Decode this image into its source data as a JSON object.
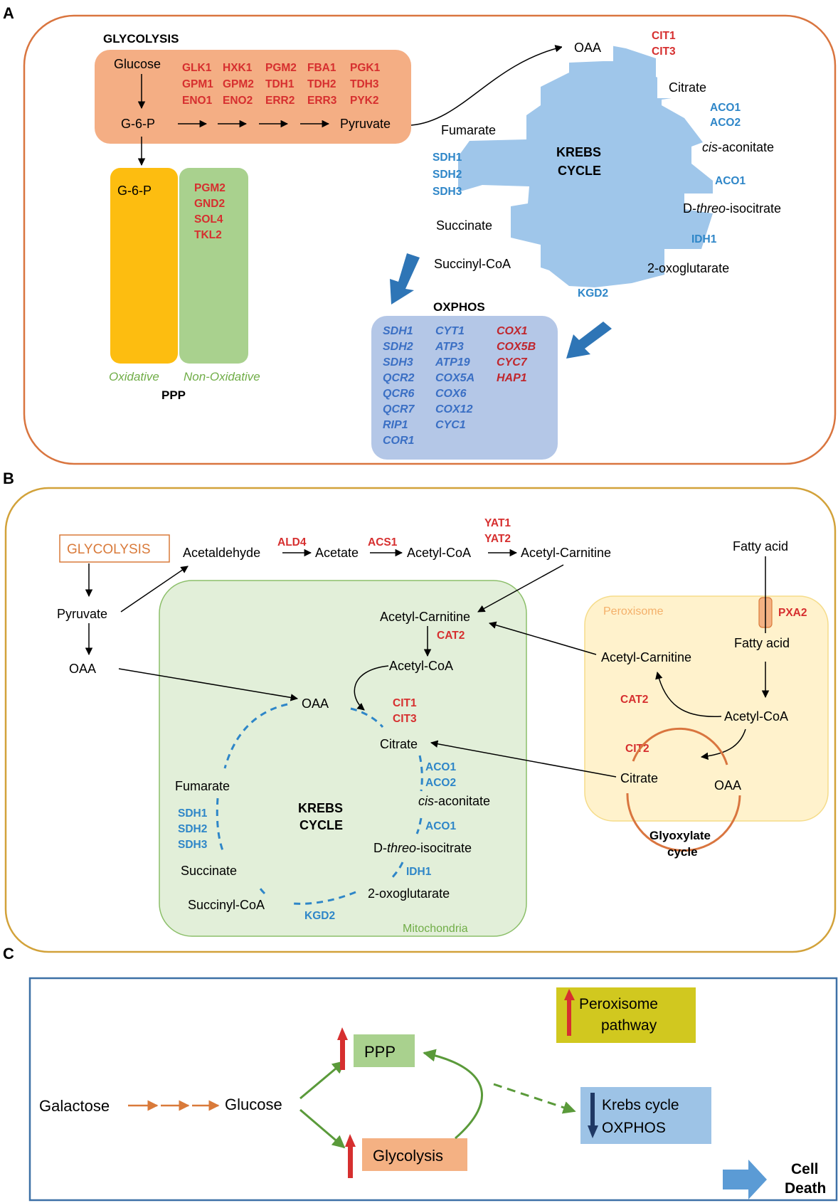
{
  "panels": {
    "a": "A",
    "b": "B",
    "c": "C"
  },
  "panel_a": {
    "glycolysis_title": "GLYCOLYSIS",
    "glucose": "Glucose",
    "g6p": "G-6-P",
    "pyruvate": "Pyruvate",
    "glycolysis_genes": [
      [
        "GLK1",
        "HXK1",
        "PGM2",
        "FBA1",
        "PGK1"
      ],
      [
        "GPM1",
        "GPM2",
        "TDH1",
        "TDH2",
        "TDH3"
      ],
      [
        "ENO1",
        "ENO2",
        "ERR2",
        "ERR3",
        "PYK2"
      ]
    ],
    "ppp_g6p": "G-6-P",
    "ppp_genes": [
      "PGM2",
      "GND2",
      "SOL4",
      "TKL2"
    ],
    "oxidative": "Oxidative",
    "non_oxidative": "Non-Oxidative",
    "ppp": "PPP",
    "krebs": {
      "title1": "KREBS",
      "title2": "CYCLE",
      "oaa": "OAA",
      "citrate": "Citrate",
      "cis_prefix": "cis",
      "cis_suffix": "-aconitate",
      "isocitrate_prefix": "D-",
      "isocitrate_ital": "threo",
      "isocitrate_suffix": "-isocitrate",
      "oxoglutarate": "2-oxoglutarate",
      "succinyl": "Succinyl-CoA",
      "succinate": "Succinate",
      "fumarate": "Fumarate",
      "cit": [
        "CIT1",
        "CIT3"
      ],
      "aco_a": [
        "ACO1",
        "ACO2"
      ],
      "aco_b": "ACO1",
      "idh": "IDH1",
      "kgd": "KGD2",
      "sdh": [
        "SDH1",
        "SDH2",
        "SDH3"
      ]
    },
    "oxphos_title": "OXPHOS",
    "oxphos_col1": [
      "SDH1",
      "SDH2",
      "SDH3",
      "QCR2",
      "QCR6",
      "QCR7",
      "RIP1",
      "COR1"
    ],
    "oxphos_col2": [
      "CYT1",
      "ATP3",
      "ATP19",
      "COX5A",
      "COX6",
      "COX12",
      "CYC1"
    ],
    "oxphos_col3": [
      "COX1",
      "COX5B",
      "CYC7",
      "HAP1"
    ]
  },
  "panel_b": {
    "glycolysis": "GLYCOLYSIS",
    "pyruvate": "Pyruvate",
    "oaa_out": "OAA",
    "acetaldehyde": "Acetaldehyde",
    "ald4": "ALD4",
    "acetate": "Acetate",
    "acs1": "ACS1",
    "acetyl_coa_top": "Acetyl-CoA",
    "yat": [
      "YAT1",
      "YAT2"
    ],
    "acetyl_carnitine_top": "Acetyl-Carnitine",
    "fatty_acid_top": "Fatty acid",
    "pxa2": "PXA2",
    "peroxisome": "Peroxisome",
    "fatty_acid_per": "Fatty acid",
    "acetyl_carnitine_per": "Acetyl-Carnitine",
    "cat2_per": "CAT2",
    "acetyl_coa_per": "Acetyl-CoA",
    "cit2": "CIT2",
    "citrate_per": "Citrate",
    "oaa_per": "OAA",
    "glyoxylate1": "Glyoxylate",
    "glyoxylate2": "cycle",
    "mito": "Mitochondria",
    "acetyl_carnitine_mito": "Acetyl-Carnitine",
    "cat2_mito": "CAT2",
    "acetyl_coa_mito": "Acetyl-CoA",
    "oaa": "OAA",
    "cit": [
      "CIT1",
      "CIT3"
    ],
    "citrate": "Citrate",
    "aco_a": [
      "ACO1",
      "ACO2"
    ],
    "cis_prefix": "cis",
    "cis_suffix": "-aconitate",
    "aco_b": "ACO1",
    "isocitrate_prefix": "D-",
    "isocitrate_ital": "threo",
    "isocitrate_suffix": "-isocitrate",
    "idh": "IDH1",
    "oxoglutarate": "2-oxoglutarate",
    "kgd": "KGD2",
    "succinyl": "Succinyl-CoA",
    "succinate": "Succinate",
    "sdh": [
      "SDH1",
      "SDH2",
      "SDH3"
    ],
    "fumarate": "Fumarate",
    "krebs1": "KREBS",
    "krebs2": "CYCLE"
  },
  "panel_c": {
    "galactose": "Galactose",
    "glucose": "Glucose",
    "ppp": "PPP",
    "glycolysis": "Glycolysis",
    "peroxisome1": "Peroxisome",
    "peroxisome2": "pathway",
    "krebs1": "Krebs cycle",
    "krebs2": "OXPHOS",
    "cell1": "Cell",
    "cell2": "Death"
  },
  "colors": {
    "panel_a_border": "#d9753f",
    "panel_b_border": "#d2a23a",
    "panel_c_border": "#3d70a6",
    "gene_red": "#d62f2f",
    "gene_blue": "#2e86c8",
    "glycolysis_box": "#f4ae84",
    "oxidative_box": "#fdbd10",
    "nonoxidative_box": "#a9d18e",
    "krebs_fill": "#9fc6ea",
    "oxphos_box": "#b4c7e7",
    "mito_fill": "#e2efd9",
    "peroxisome_fill": "#fff2cc",
    "ppp_box_c": "#a9d18e",
    "glycolysis_box_c": "#f4b183",
    "peroxisome_box_c": "#d1c81f",
    "krebs_box_c": "#9dc3e6",
    "cell_death_arrow": "#5b9bd5"
  }
}
